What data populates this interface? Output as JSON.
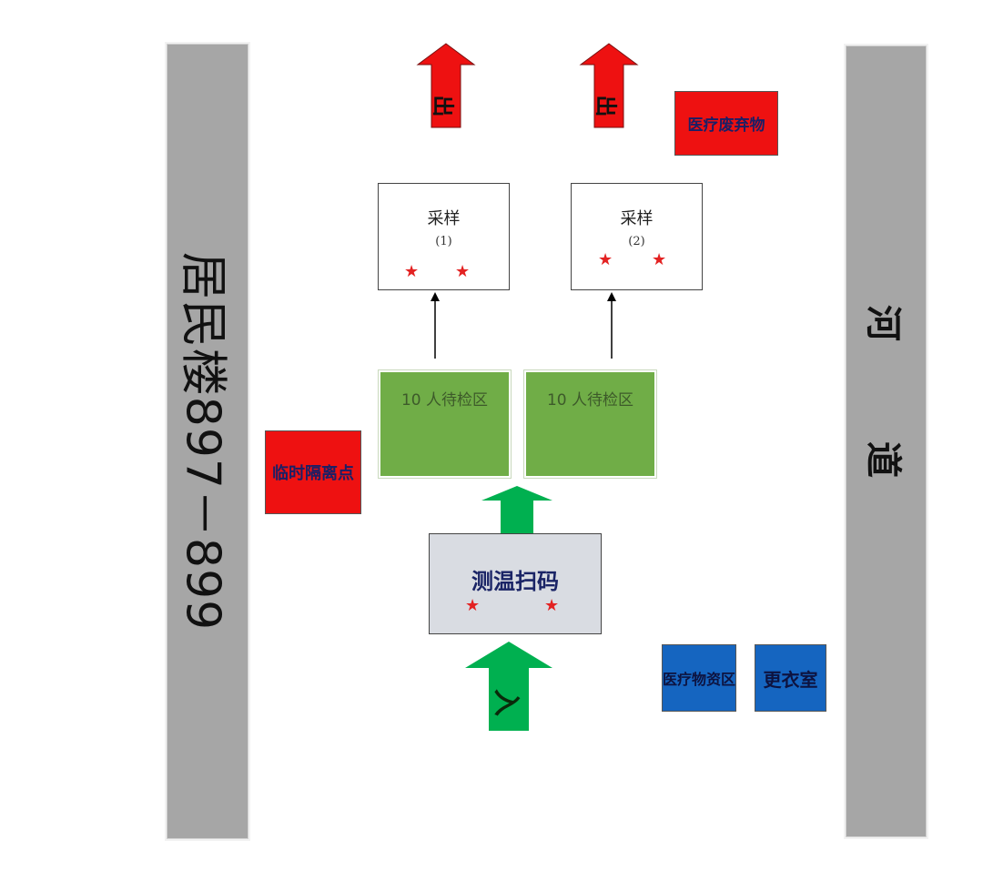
{
  "left_bar": {
    "label": "居民楼897－899"
  },
  "right_bar": {
    "label": "河道"
  },
  "exits": [
    {
      "label": "出"
    },
    {
      "label": "出"
    }
  ],
  "entrance": {
    "label": "入"
  },
  "boxes": {
    "medical_waste": "医疗废弃物",
    "temp_isolation": "临时隔离点",
    "medical_supplies": "医疗物资区",
    "changing_room": "更衣室"
  },
  "sampling": [
    {
      "title": "采样",
      "number": "(1)"
    },
    {
      "title": "采样",
      "number": "(2)"
    }
  ],
  "waiting": [
    {
      "label": "10 人待检区"
    },
    {
      "label": "10 人待检区"
    }
  ],
  "scan": {
    "title": "测温扫码"
  },
  "colors": {
    "exit_red": "#ee1111",
    "waiting_green": "#70ad47",
    "entry_green": "#00b050",
    "supply_blue": "#1565c0",
    "bar_gray": "#a6a6a6",
    "star_red": "#e32222"
  },
  "icons": {
    "star": "star-icon",
    "arrow": "arrow-icon"
  }
}
